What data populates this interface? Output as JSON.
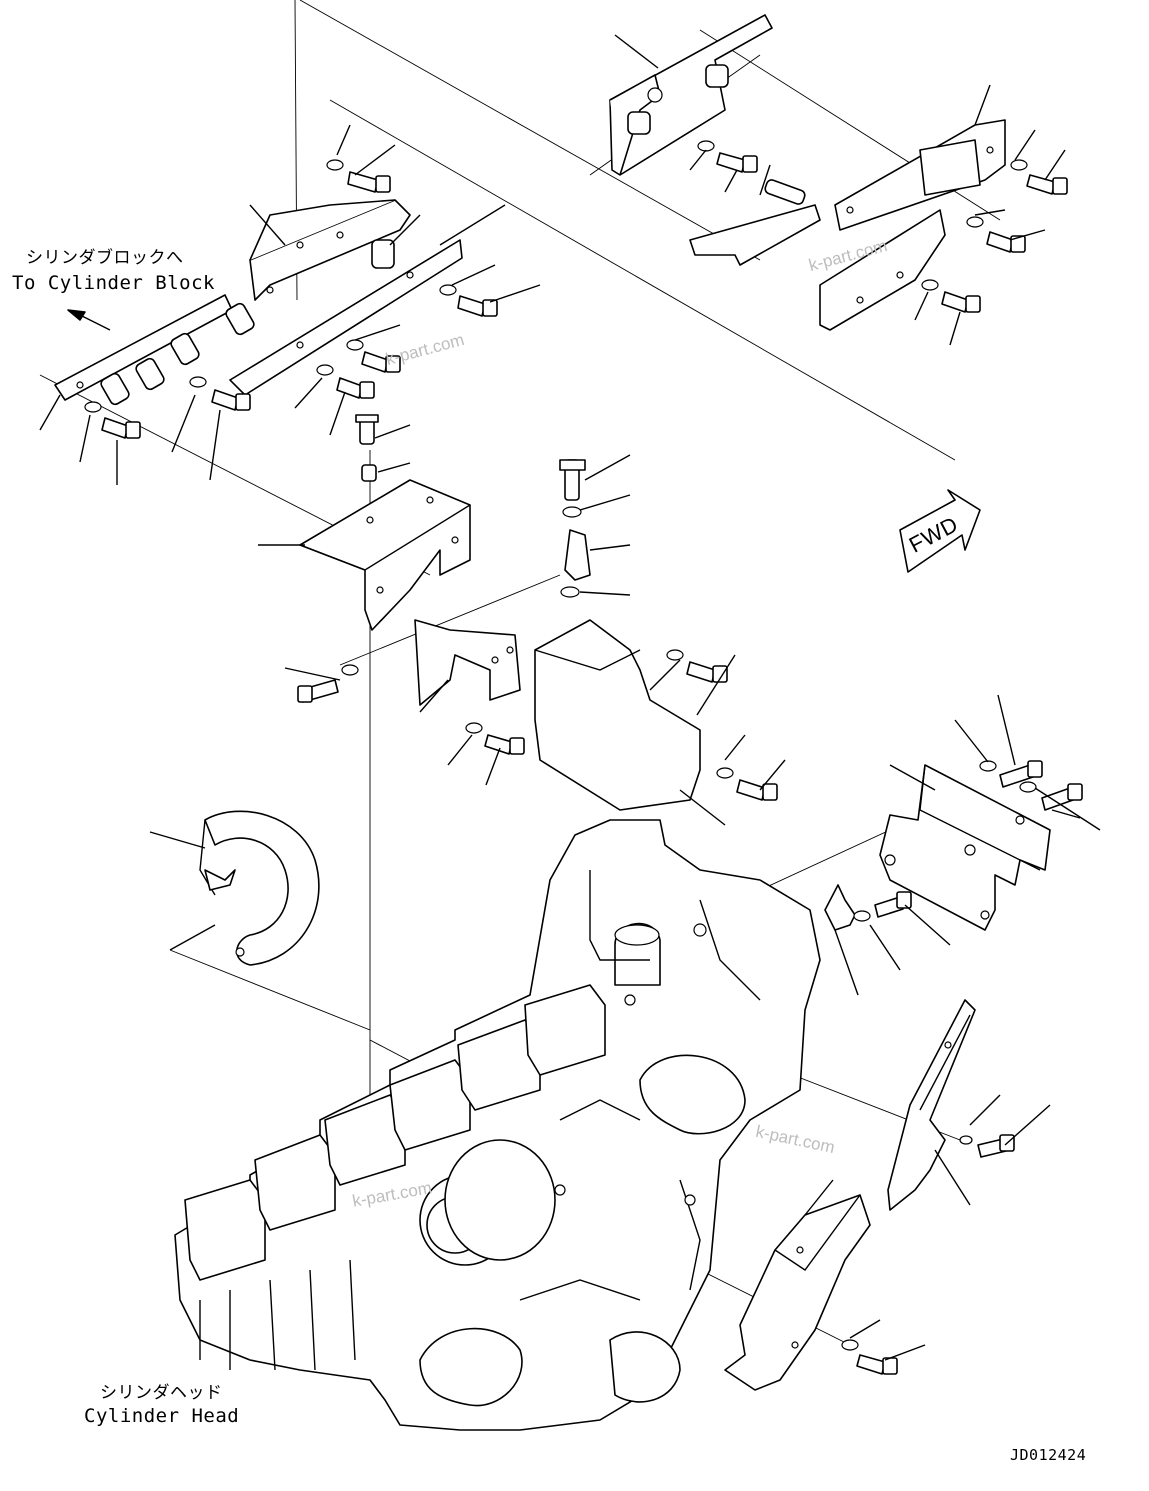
{
  "labels": {
    "to_cylinder_block_jp": "シリンダブロックへ",
    "to_cylinder_block_en": "To Cylinder Block",
    "cylinder_head_jp": "シリンダヘッド",
    "cylinder_head_en": "Cylinder Head",
    "drawing_id": "JD012424",
    "fwd": "FWD"
  },
  "watermarks": [
    "k-part.com",
    "k-part.com",
    "k-part.com",
    "k-part.com"
  ],
  "colors": {
    "line": "#000000",
    "background": "#ffffff",
    "watermark": "#bdbdbd"
  }
}
